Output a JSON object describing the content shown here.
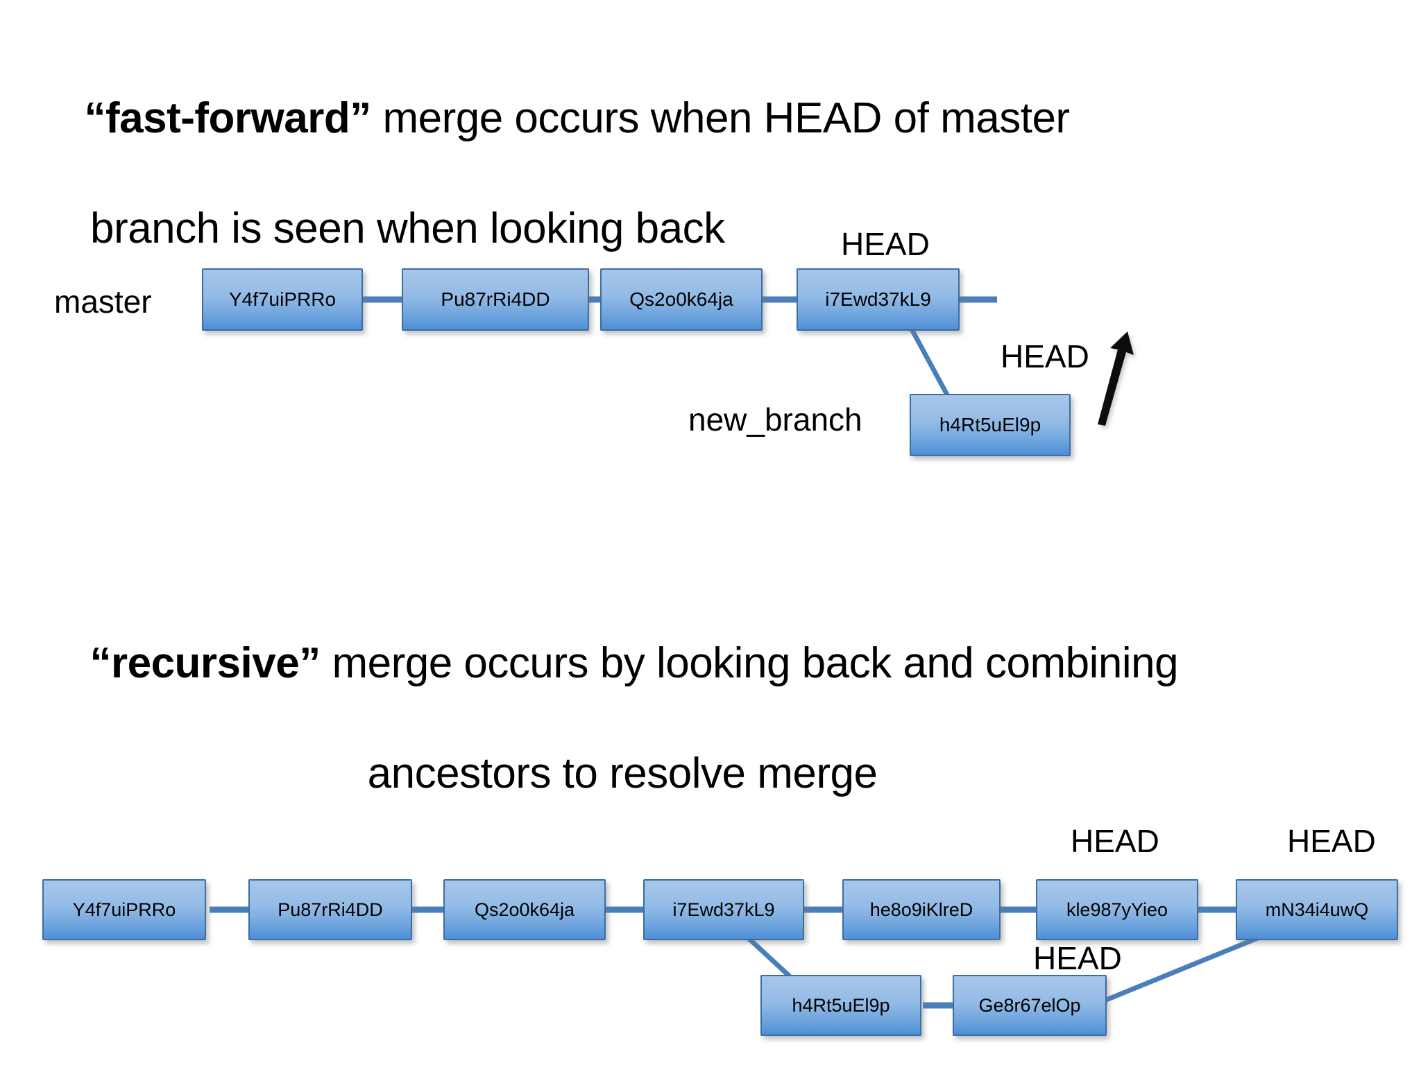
{
  "slide": {
    "background_color": "#ffffff",
    "text_color": "#000000"
  },
  "headings": {
    "fast_forward": {
      "quoted_term": "“fast-forward”",
      "line1_rest": " merge occurs when HEAD of master",
      "line2": "branch is seen when looking back"
    },
    "recursive": {
      "quoted_term": "“recursive”",
      "line1_rest": " merge occurs by looking back and combining",
      "line2": "ancestors to resolve merge"
    }
  },
  "theme": {
    "node_fill_top": "#a8c6ea",
    "node_fill_bottom": "#4e8ed6",
    "node_border": "#3a6ea5",
    "connector_color": "#4a7ebb",
    "arrow_color": "#000000"
  },
  "fast_forward_diagram": {
    "branch_label_master": "master",
    "branch_label_new": "new_branch",
    "head_label_master": "HEAD",
    "head_label_branch": "HEAD",
    "master_commits": [
      "Y4f7uiPRRo",
      "Pu87rRi4DD",
      "Qs2o0k64ja",
      "i7Ewd37kL9"
    ],
    "branch_commits": [
      "h4Rt5uEl9p"
    ],
    "arrow": "up-arrow"
  },
  "recursive_diagram": {
    "head_label_1": "HEAD",
    "head_label_2": "HEAD",
    "head_label_3": "HEAD",
    "master_commits": [
      "Y4f7uiPRRo",
      "Pu87rRi4DD",
      "Qs2o0k64ja",
      "i7Ewd37kL9",
      "he8o9iKlreD",
      "kle987yYieo",
      "mN34i4uwQ"
    ],
    "branch_commits": [
      "h4Rt5uEl9p",
      "Ge8r67elOp"
    ]
  }
}
